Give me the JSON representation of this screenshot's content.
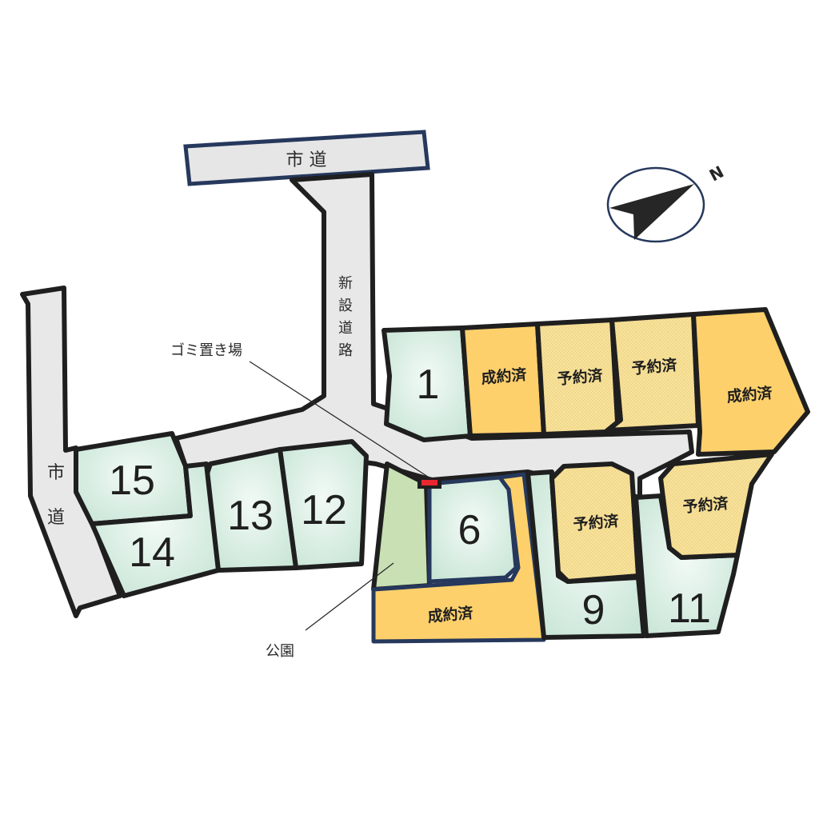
{
  "map": {
    "roads": {
      "city_road_top": "市 道",
      "city_road_left_1": "市",
      "city_road_left_2": "道",
      "new_road": [
        "新",
        "設",
        "道",
        "路"
      ]
    },
    "annotations": {
      "garbage_station": "ゴミ置き場",
      "park": "公園"
    },
    "compass": {
      "label": "N"
    },
    "status_labels": {
      "sold": "成約済",
      "reserved": "予約済"
    },
    "lots": [
      {
        "id": "lot-1",
        "label": "1",
        "status": "available"
      },
      {
        "id": "lot-2",
        "label": "成約済",
        "status": "sold"
      },
      {
        "id": "lot-3",
        "label": "予約済",
        "status": "reserved"
      },
      {
        "id": "lot-4",
        "label": "予約済",
        "status": "reserved"
      },
      {
        "id": "lot-5",
        "label": "成約済",
        "status": "sold"
      },
      {
        "id": "lot-6",
        "label": "6",
        "status": "available"
      },
      {
        "id": "lot-7",
        "label": "成約済",
        "status": "sold"
      },
      {
        "id": "lot-8",
        "label": "予約済",
        "status": "reserved"
      },
      {
        "id": "lot-9",
        "label": "9",
        "status": "available"
      },
      {
        "id": "lot-10",
        "label": "予約済",
        "status": "reserved"
      },
      {
        "id": "lot-11",
        "label": "11",
        "status": "available"
      },
      {
        "id": "lot-12",
        "label": "12",
        "status": "available"
      },
      {
        "id": "lot-13",
        "label": "13",
        "status": "available"
      },
      {
        "id": "lot-14",
        "label": "14",
        "status": "available"
      },
      {
        "id": "lot-15",
        "label": "15",
        "status": "available"
      }
    ],
    "colors": {
      "available": "#d4ece0",
      "sold": "#fdd06c",
      "reserved": "#f7e29c",
      "park": "#c8e0b4",
      "road": "#e8e8e8",
      "outline": "#1f1f1f",
      "navy_outline": "#26385c",
      "garbage_marker": "#e8282e"
    }
  }
}
